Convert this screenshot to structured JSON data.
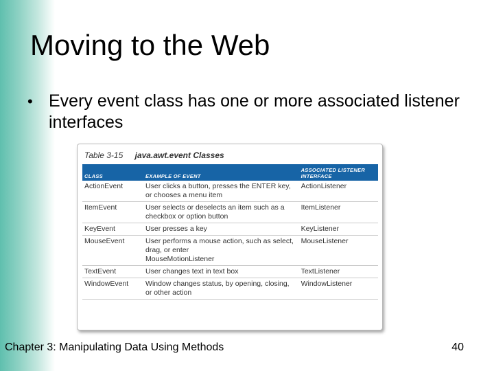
{
  "slide": {
    "title": "Moving to the Web",
    "bullet_symbol": "•",
    "bullet": "Every event class has one or more associated listener interfaces"
  },
  "table": {
    "caption_number": "Table 3-15",
    "caption_title": "java.awt.event Classes",
    "header": [
      "CLASS",
      "EXAMPLE OF EVENT",
      "ASSOCIATED LISTENER INTERFACE"
    ],
    "header_color": "#1764a6",
    "rows": [
      [
        "ActionEvent",
        "User clicks a button, presses the ENTER key, or chooses a menu item",
        "ActionListener"
      ],
      [
        "ItemEvent",
        "User selects or deselects an item such as a checkbox or option button",
        "ItemListener"
      ],
      [
        "KeyEvent",
        "User presses a key",
        "KeyListener"
      ],
      [
        "MouseEvent",
        "User performs a mouse action, such as select, drag, or enter",
        "MouseListener"
      ],
      [
        "",
        "MouseMotionListener",
        ""
      ],
      [
        "TextEvent",
        "User changes text in text box",
        "TextListener"
      ],
      [
        "WindowEvent",
        "Window changes status, by opening, closing, or other action",
        "WindowListener"
      ]
    ]
  },
  "footer": {
    "chapter": "Chapter 3: Manipulating Data Using Methods",
    "page_number": "40"
  },
  "colors": {
    "left_band": "#5fbfae"
  }
}
